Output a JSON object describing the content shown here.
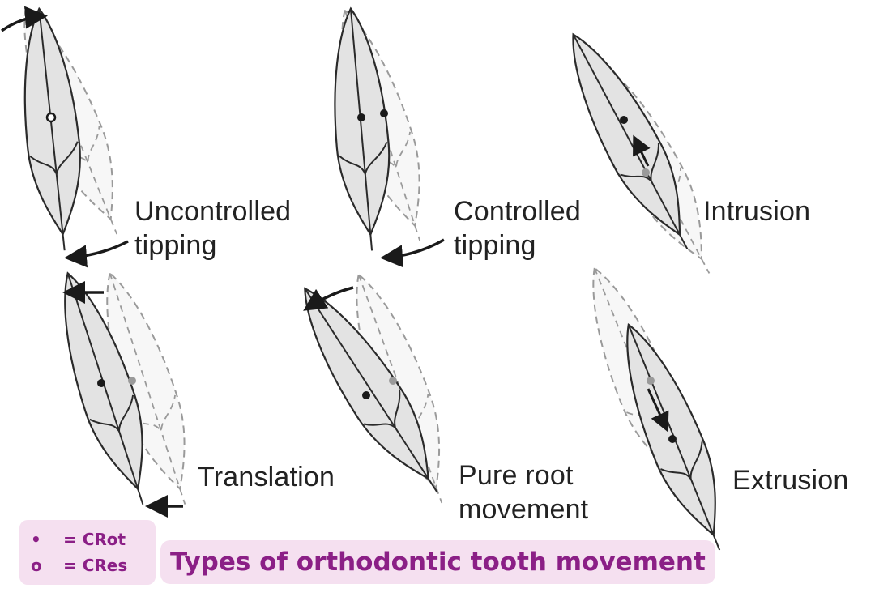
{
  "movements": [
    {
      "id": "uncontrolled-tipping",
      "line1": "Uncontrolled",
      "line2": "tipping"
    },
    {
      "id": "controlled-tipping",
      "line1": "Controlled",
      "line2": "tipping"
    },
    {
      "id": "intrusion",
      "line1": "Intrusion",
      "line2": ""
    },
    {
      "id": "translation",
      "line1": "Translation",
      "line2": ""
    },
    {
      "id": "pure-root-movement",
      "line1": "Pure root",
      "line2": "movement"
    },
    {
      "id": "extrusion",
      "line1": "Extrusion",
      "line2": ""
    }
  ],
  "legend": {
    "rot_symbol": "•",
    "rot_text": "= CRot",
    "res_symbol": "o",
    "res_text": "= CRes"
  },
  "caption": "Types of orthodontic tooth movement",
  "colors": {
    "accent": "#8b1f86",
    "highlight": "#f5e0f0",
    "tooth_fill": "#e3e3e3",
    "outline": "#2a2a2a",
    "ghost": "#9a9a9a"
  }
}
